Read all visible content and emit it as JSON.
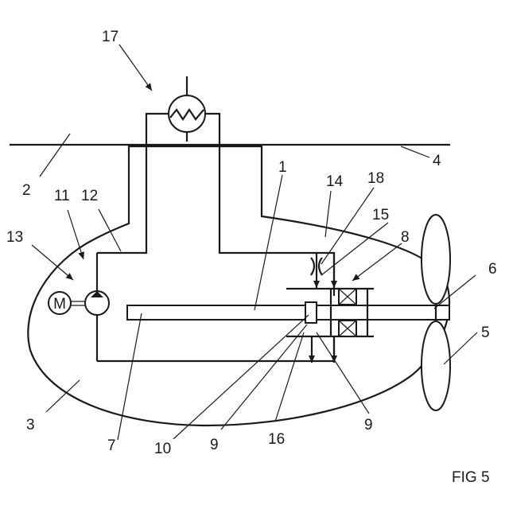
{
  "figure_label": "FIG 5",
  "motor_symbol": "M",
  "labels": {
    "l1": "1",
    "l2": "2",
    "l3": "3",
    "l4": "4",
    "l5": "5",
    "l6": "6",
    "l7": "7",
    "l8": "8",
    "l9a": "9",
    "l9b": "9",
    "l10": "10",
    "l11": "11",
    "l12": "12",
    "l13": "13",
    "l14": "14",
    "l15": "15",
    "l16": "16",
    "l17": "17",
    "l18": "18"
  }
}
